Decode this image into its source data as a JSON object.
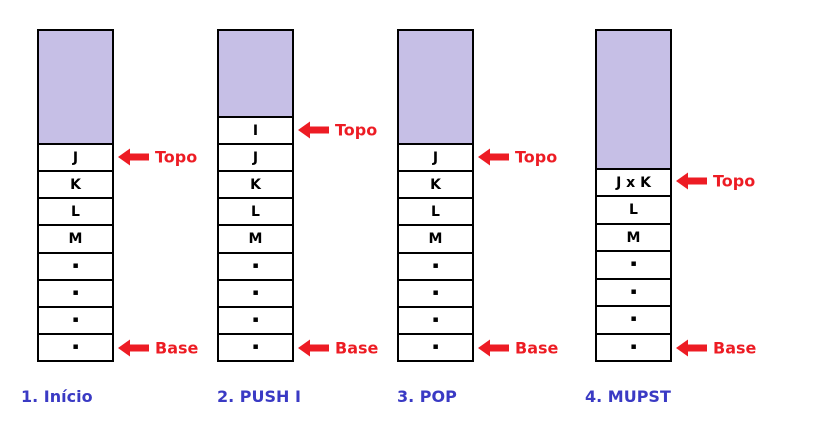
{
  "labels": {
    "topo": "Topo",
    "base": "Base"
  },
  "colors": {
    "stack_free_fill": "#c6bfe6",
    "cell_fill": "#ffffff",
    "border": "#000000",
    "arrow_red": "#ed1c24",
    "caption_blue": "#3a3ac4",
    "background": "#ffffff"
  },
  "stacks": [
    {
      "caption": "1. Início",
      "cells": [
        "J",
        "K",
        "L",
        "M",
        "▪",
        "▪",
        "▪",
        "▪"
      ],
      "topo_cell": "J",
      "base_cell": "▪"
    },
    {
      "caption": "2. PUSH I",
      "cells": [
        "I",
        "J",
        "K",
        "L",
        "M",
        "▪",
        "▪",
        "▪",
        "▪"
      ],
      "topo_cell": "I",
      "base_cell": "▪"
    },
    {
      "caption": "3. POP",
      "cells": [
        "J",
        "K",
        "L",
        "M",
        "▪",
        "▪",
        "▪",
        "▪"
      ],
      "topo_cell": "J",
      "base_cell": "▪"
    },
    {
      "caption": "4. MUPST",
      "cells": [
        "J x K",
        "L",
        "M",
        "▪",
        "▪",
        "▪",
        "▪"
      ],
      "topo_cell": "J x K",
      "base_cell": "▪"
    }
  ]
}
